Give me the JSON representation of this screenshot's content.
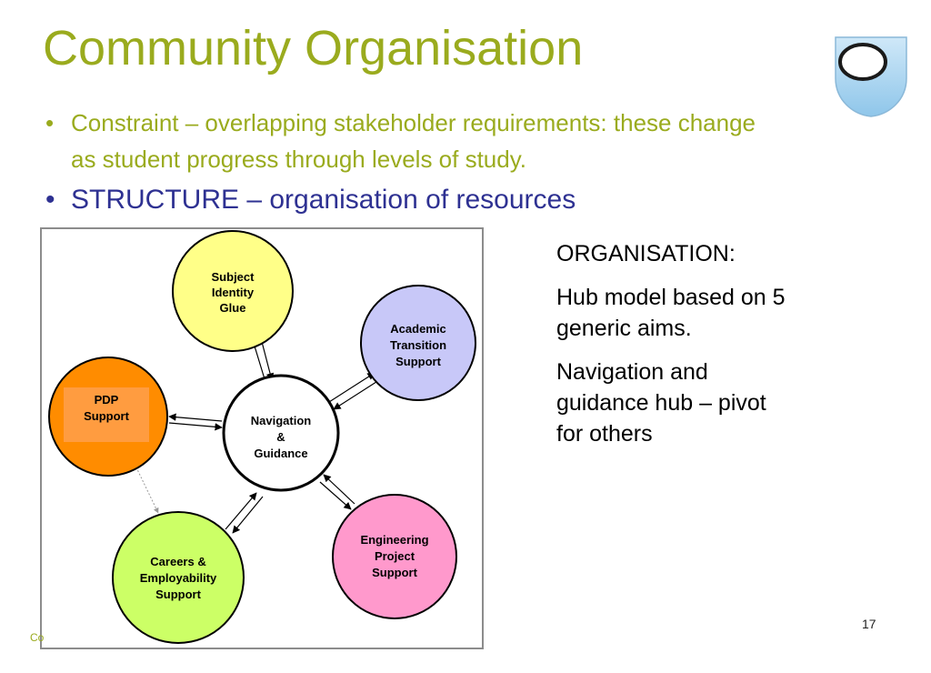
{
  "slide": {
    "title": "Community Organisation",
    "bullets": [
      {
        "marker": "•",
        "lines": [
          "Constraint – overlapping stakeholder requirements: these change",
          "as student progress through levels of study."
        ]
      },
      {
        "marker": "•",
        "lines": [
          "STRUCTURE – organisation of resources"
        ]
      }
    ],
    "right_text": {
      "heading": "ORGANISATION:",
      "para1_lines": [
        "Hub model based on 5",
        "generic aims."
      ],
      "para2_lines": [
        "Navigation and",
        "guidance hub – pivot",
        "for others"
      ]
    },
    "page_number": "17",
    "footer_fragment": "Co"
  },
  "diagram": {
    "nodes": [
      {
        "id": "subject",
        "lines": [
          "Subject",
          "Identity",
          "Glue"
        ],
        "fill": "#ffff88"
      },
      {
        "id": "academic",
        "lines": [
          "Academic",
          "Transition",
          "Support"
        ],
        "fill": "#c8c8f8"
      },
      {
        "id": "pdp",
        "lines": [
          "PDP",
          "Support"
        ],
        "fill": "#ff8c00"
      },
      {
        "id": "navigation",
        "lines": [
          "Navigation",
          "&",
          "Guidance"
        ],
        "fill": "#ffffff"
      },
      {
        "id": "careers",
        "lines": [
          "Careers &",
          "Employability",
          "Support"
        ],
        "fill": "#ccff66"
      },
      {
        "id": "engineering",
        "lines": [
          "Engineering",
          "Project",
          "Support"
        ],
        "fill": "#ff99cc"
      }
    ]
  },
  "colors": {
    "title_green": "#9aab1e",
    "structure_blue": "#2e3192",
    "logo_blue": "#a8d4f0"
  }
}
